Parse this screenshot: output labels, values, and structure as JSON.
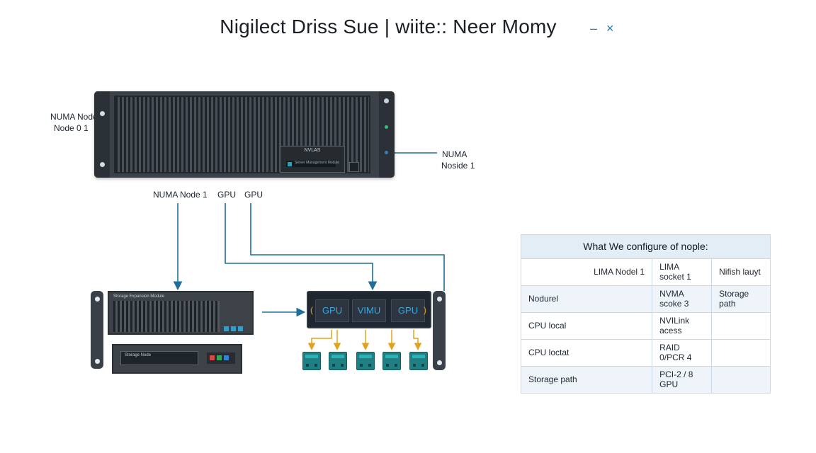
{
  "window": {
    "title": "Nigilect Driss Sue | wiite:: Neer Momy",
    "minimize_glyph": "–",
    "close_glyph": "×"
  },
  "labels": {
    "numa_node_left_1": "NUMA Node",
    "numa_node_left_2": "Node 0 1",
    "numa_right_1": "NUMA",
    "numa_right_2": "Noside 1",
    "numa_node_1": "NUMA Node 1",
    "gpu_a": "GPU",
    "gpu_b": "GPU"
  },
  "rack": {
    "panel_title": "NVLAS",
    "panel_text": "Server Management Module"
  },
  "server2": {
    "top_label": "Storage Expansion Module",
    "slot_label": "Storage Node"
  },
  "gpu_chassis": {
    "cards": [
      "GPU",
      "VIMU",
      "GPU"
    ],
    "bracket_left": "(",
    "bracket_right": ")"
  },
  "config_table": {
    "title": "What We configure of nople:",
    "rows": [
      [
        "LIMA Nodel 1",
        "LIMA socket 1",
        "Nifish lauyt"
      ],
      [
        "Nodurel",
        "NVMA scoke 3",
        "Storage path"
      ],
      [
        "CPU local",
        "NVILink acess",
        ""
      ],
      [
        "CPU loctat",
        "RAID 0/PCR 4",
        ""
      ],
      [
        "Storage path",
        "PCI-2 / 8 GPU",
        ""
      ]
    ]
  },
  "colors": {
    "wire": "#1f6e99",
    "accent_wire": "#e3a21a",
    "gpu_text": "#39a8e0",
    "module": "#1f7f82"
  }
}
